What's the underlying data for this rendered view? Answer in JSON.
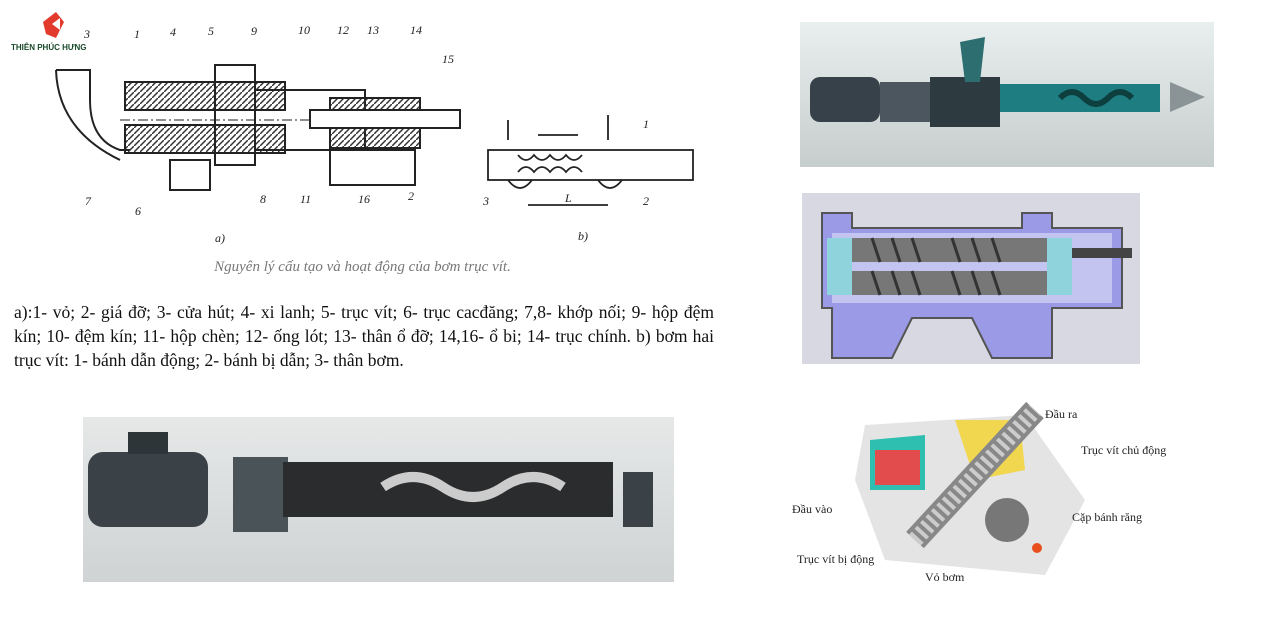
{
  "logo": {
    "brand": "THIÊN PHÚC HƯNG"
  },
  "figure_a": {
    "label": "a)",
    "part_numbers": [
      "1",
      "2",
      "3",
      "4",
      "5",
      "6",
      "7",
      "8",
      "9",
      "10",
      "11",
      "12",
      "13",
      "14",
      "15",
      "16"
    ]
  },
  "figure_b": {
    "label": "b)",
    "part_numbers": [
      "1",
      "2",
      "3"
    ],
    "dimension": "L"
  },
  "caption": "Nguyên lý cấu tạo và hoạt động của bơm trục vít.",
  "legend_text": "a):1- vỏ; 2- giá đỡ; 3- cửa hút; 4- xi lanh; 5- trục vít; 6- trục cacđăng; 7,8- khớp nối; 9- hộp đệm kín; 10- đệm kín; 11- hộp chèn; 12- ống lót; 13- thân ổ đỡ; 14,16- ổ bi; 14- trục chính. b) bơm hai trục vít: 1- bánh dẫn động; 2- bánh bị dẫn; 3- thân bơm.",
  "cutaway": {
    "labels": {
      "outlet": "Đầu ra",
      "drive_screw": "Trục vít chủ động",
      "inlet": "Đầu vào",
      "gear_pair": "Cặp bánh răng",
      "driven_screw": "Trục vít bị động",
      "casing": "Vỏ bơm"
    }
  }
}
